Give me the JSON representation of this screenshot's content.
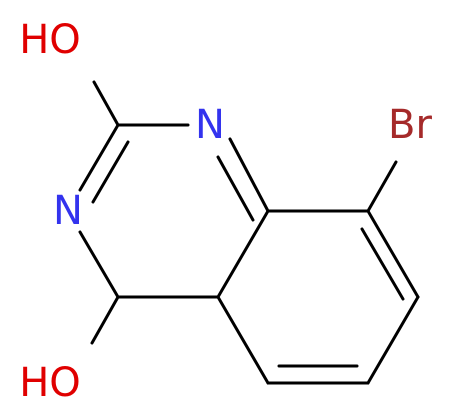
{
  "molecule": {
    "atoms": [
      {
        "id": "HO_top",
        "text": "HO",
        "color": "#e00000"
      },
      {
        "id": "N1",
        "text": "N",
        "color": "#3333ee"
      },
      {
        "id": "N3",
        "text": "N",
        "color": "#3333ee"
      },
      {
        "id": "HO_bottom",
        "text": "HO",
        "color": "#e00000"
      },
      {
        "id": "Br",
        "text": "Br",
        "color": "#a52a2a"
      }
    ]
  }
}
